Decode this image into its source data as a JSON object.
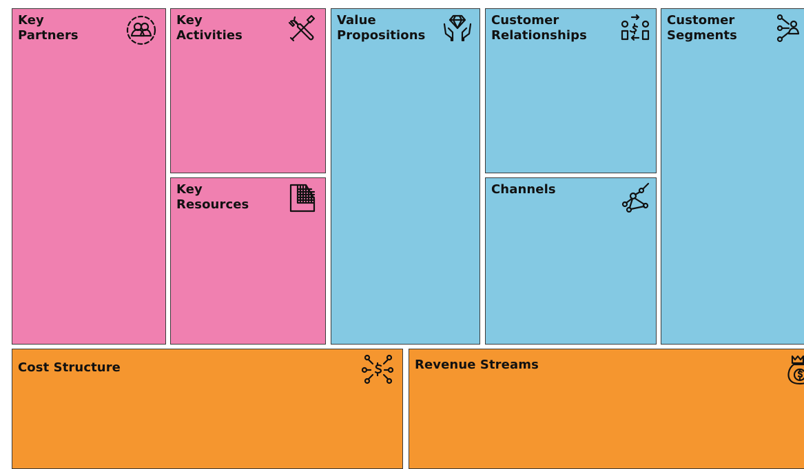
{
  "colors": {
    "pink": "#f080b0",
    "blue": "#84c9e3",
    "orange": "#f5962f"
  },
  "canvas": {
    "blocks": {
      "key_partners": {
        "title": "Key\nPartners",
        "color": "pink",
        "icon": "partners-icon"
      },
      "key_activities": {
        "title": "Key\nActivities",
        "color": "pink",
        "icon": "tools-icon"
      },
      "key_resources": {
        "title": "Key\nResources",
        "color": "pink",
        "icon": "resources-grid-icon"
      },
      "value_propositions": {
        "title": "Value\nPropositions",
        "color": "blue",
        "icon": "diamond-hands-icon"
      },
      "customer_relationships": {
        "title": "Customer\nRelationships",
        "color": "blue",
        "icon": "relationship-exchange-icon"
      },
      "channels": {
        "title": "Channels",
        "color": "blue",
        "icon": "network-icon"
      },
      "customer_segments": {
        "title": "Customer\nSegments",
        "color": "blue",
        "icon": "segments-icon"
      },
      "cost_structure": {
        "title": "Cost Structure",
        "color": "orange",
        "icon": "cost-network-icon"
      },
      "revenue_streams": {
        "title": "Revenue Streams",
        "color": "orange",
        "icon": "money-bag-icon"
      }
    }
  }
}
